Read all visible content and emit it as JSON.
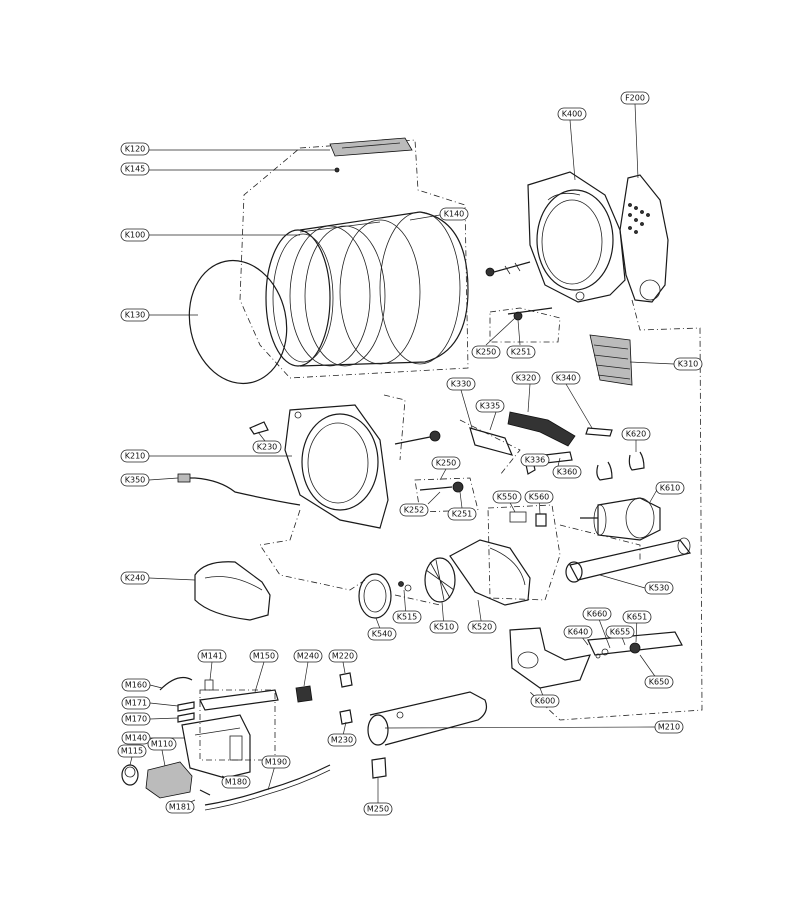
{
  "labels": [
    {
      "id": "K120",
      "text": "K120"
    },
    {
      "id": "K145",
      "text": "K145"
    },
    {
      "id": "K100",
      "text": "K100"
    },
    {
      "id": "K130",
      "text": "K130"
    },
    {
      "id": "K140",
      "text": "K140"
    },
    {
      "id": "K400",
      "text": "K400"
    },
    {
      "id": "F200",
      "text": "F200"
    },
    {
      "id": "K250a",
      "text": "K250"
    },
    {
      "id": "K251a",
      "text": "K251"
    },
    {
      "id": "K310",
      "text": "K310"
    },
    {
      "id": "K330",
      "text": "K330"
    },
    {
      "id": "K320",
      "text": "K320"
    },
    {
      "id": "K340",
      "text": "K340"
    },
    {
      "id": "K335",
      "text": "K335"
    },
    {
      "id": "K230",
      "text": "K230"
    },
    {
      "id": "K210",
      "text": "K210"
    },
    {
      "id": "K350",
      "text": "K350"
    },
    {
      "id": "K250b",
      "text": "K250"
    },
    {
      "id": "K252",
      "text": "K252"
    },
    {
      "id": "K251b",
      "text": "K251"
    },
    {
      "id": "K336",
      "text": "K336"
    },
    {
      "id": "K360",
      "text": "K360"
    },
    {
      "id": "K620",
      "text": "K620"
    },
    {
      "id": "K610",
      "text": "K610"
    },
    {
      "id": "K550",
      "text": "K550"
    },
    {
      "id": "K560",
      "text": "K560"
    },
    {
      "id": "K240",
      "text": "K240"
    },
    {
      "id": "K530",
      "text": "K530"
    },
    {
      "id": "K515",
      "text": "K515"
    },
    {
      "id": "K540",
      "text": "K540"
    },
    {
      "id": "K510",
      "text": "K510"
    },
    {
      "id": "K520",
      "text": "K520"
    },
    {
      "id": "K660",
      "text": "K660"
    },
    {
      "id": "K651",
      "text": "K651"
    },
    {
      "id": "K640",
      "text": "K640"
    },
    {
      "id": "K655",
      "text": "K655"
    },
    {
      "id": "K650",
      "text": "K650"
    },
    {
      "id": "K600",
      "text": "K600"
    },
    {
      "id": "M141",
      "text": "M141"
    },
    {
      "id": "M150",
      "text": "M150"
    },
    {
      "id": "M240",
      "text": "M240"
    },
    {
      "id": "M220",
      "text": "M220"
    },
    {
      "id": "M160",
      "text": "M160"
    },
    {
      "id": "M171",
      "text": "M171"
    },
    {
      "id": "M170",
      "text": "M170"
    },
    {
      "id": "M140",
      "text": "M140"
    },
    {
      "id": "M115",
      "text": "M115"
    },
    {
      "id": "M110",
      "text": "M110"
    },
    {
      "id": "M230",
      "text": "M230"
    },
    {
      "id": "M210",
      "text": "M210"
    },
    {
      "id": "M190",
      "text": "M190"
    },
    {
      "id": "M180",
      "text": "M180"
    },
    {
      "id": "M181",
      "text": "M181"
    },
    {
      "id": "M250",
      "text": "M250"
    }
  ]
}
